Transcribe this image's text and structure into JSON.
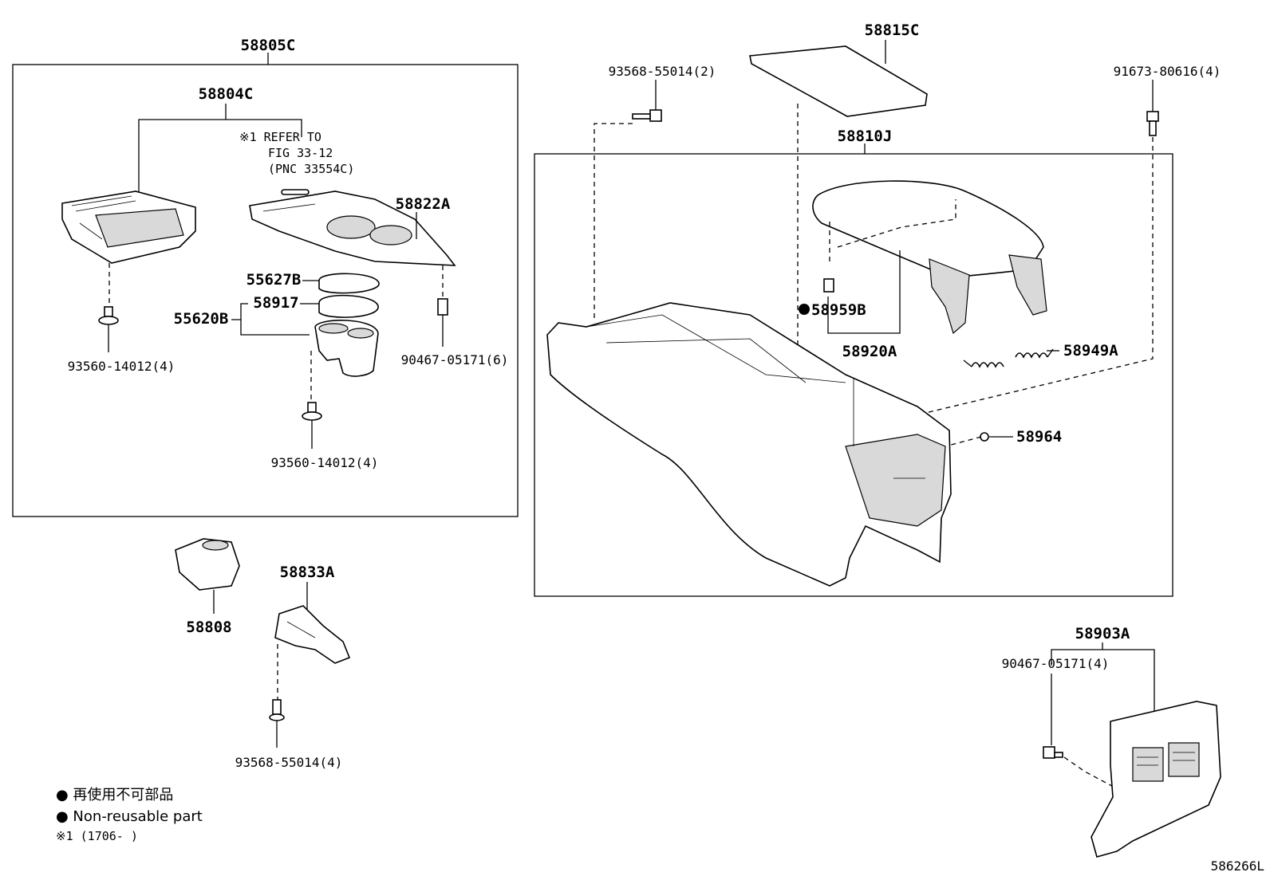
{
  "labels": {
    "p58805C": "58805C",
    "p58804C": "58804C",
    "p58822A": "58822A",
    "p55627B": "55627B",
    "p58917": "58917",
    "p55620B": "55620B",
    "p93560_a": "93560-14012(4)",
    "p90467_6": "90467-05171(6)",
    "p93560_b": "93560-14012(4)",
    "p58808": "58808",
    "p58833A": "58833A",
    "p93568_4": "93568-55014(4)",
    "p93568_2": "93568-55014(2)",
    "p58815C": "58815C",
    "p91673": "91673-80616(4)",
    "p58810J": "58810J",
    "p58959B": "58959B",
    "p58920A": "58920A",
    "p58949A": "58949A",
    "p58964": "58964",
    "p58903A": "58903A",
    "p90467_4": "90467-05171(4)"
  },
  "refer_note": {
    "line1": "※1 REFER TO",
    "line2": "FIG 33-12",
    "line3": "(PNC 33554C)"
  },
  "legend": {
    "jp": "● 再使用不可部品",
    "en": "● Non-reusable part",
    "note": "※1 (1706-    )"
  },
  "figure_id": "586266L"
}
